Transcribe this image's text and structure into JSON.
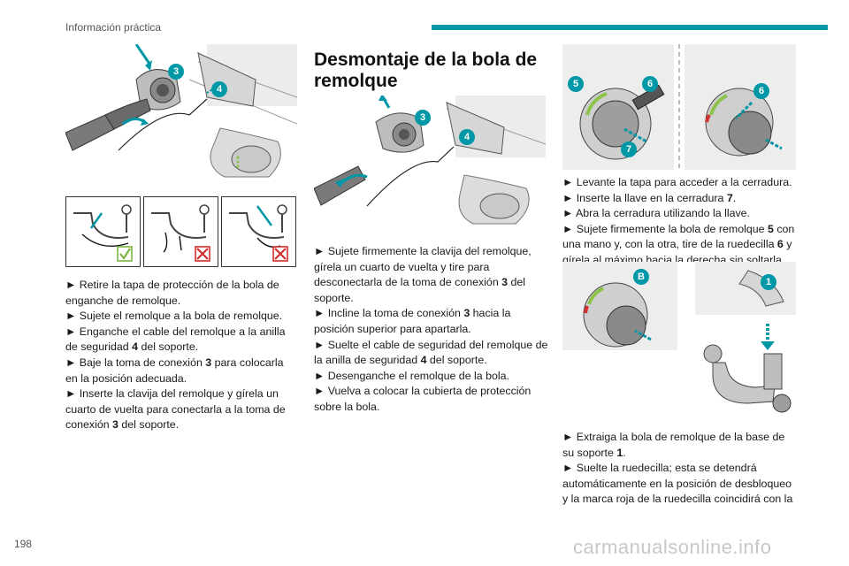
{
  "header": {
    "section_title": "Información práctica",
    "accent_color": "#0097a7"
  },
  "page_number": "198",
  "watermark": "carmanualsonline.info",
  "badges": {
    "n1": "1",
    "n3": "3",
    "n4": "4",
    "n5": "5",
    "n6": "6",
    "n7": "7",
    "nB": "B"
  },
  "left": {
    "p1": "► Retire la tapa de protección de la bola de enganche de remolque.",
    "p2": "► Sujete el remolque a la bola de remolque.",
    "p3a": "► Enganche el cable del remolque a la anilla de seguridad ",
    "p3b": "4",
    "p3c": " del soporte.",
    "p4a": "► Baje la toma de conexión ",
    "p4b": "3",
    "p4c": " para colocarla en la posición adecuada.",
    "p5a": "► Inserte la clavija del remolque y gírela un cuarto de vuelta para conectarla a la toma de conexión ",
    "p5b": "3",
    "p5c": " del soporte."
  },
  "middle": {
    "heading": "Desmontaje de la bola de remolque",
    "p1a": "► Sujete firmemente la clavija del remolque, gírela un cuarto de vuelta y tire para desconectarla de la toma de conexión ",
    "p1b": "3",
    "p1c": " del soporte.",
    "p2a": "► Incline la toma de conexión ",
    "p2b": "3",
    "p2c": " hacia la posición superior para apartarla.",
    "p3a": "► Suelte el cable de seguridad del remolque de la anilla de seguridad ",
    "p3b": "4",
    "p3c": " del soporte.",
    "p4": "► Desenganche el remolque de la bola.",
    "p5": "► Vuelva a colocar la cubierta de protección sobre la bola."
  },
  "right": {
    "p1": "► Levante la tapa para acceder a la cerradura.",
    "p2a": "► Inserte la llave en la cerradura ",
    "p2b": "7",
    "p2c": ".",
    "p3": "► Abra la cerradura utilizando la llave.",
    "p4a": "► Sujete firmemente la bola de remolque ",
    "p4b": "5",
    "p4c": " con una mano y, con la otra, tire de la ruedecilla ",
    "p4d": "6",
    "p4e": " y gírela al máximo hacia la derecha sin soltarla.",
    "p5a": "► Extraiga la bola de remolque de la base de su soporte ",
    "p5b": "1",
    "p5c": ".",
    "p6": "► Suelte la ruedecilla; esta se detendrá automáticamente en la posición de desbloqueo y la marca roja de la ruedecilla coincidirá con la"
  }
}
